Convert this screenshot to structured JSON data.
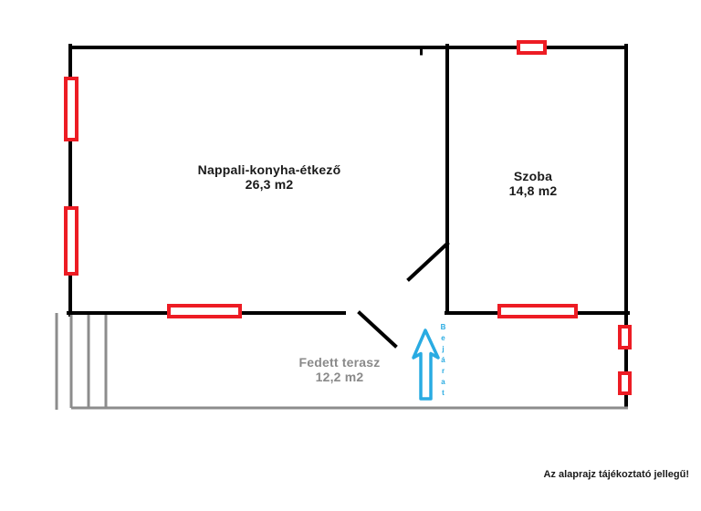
{
  "plan": {
    "rooms": [
      {
        "name": "Nappali-konyha-étkező",
        "area": "26,3 m2"
      },
      {
        "name": "Szoba",
        "area": "14,8 m2"
      },
      {
        "name": "Fedett terasz",
        "area": "12,2 m2"
      }
    ],
    "entrance_label": "Bejárat",
    "disclaimer": "Az alaprajz tájékoztató jellegű!",
    "window_count": 7,
    "colors": {
      "wall": "#000000",
      "window": "#ed1c24",
      "entrance": "#29abe2",
      "terrace": "#8c8c8c",
      "text": "#1a1a1a",
      "muted": "#8a8a8a"
    }
  }
}
